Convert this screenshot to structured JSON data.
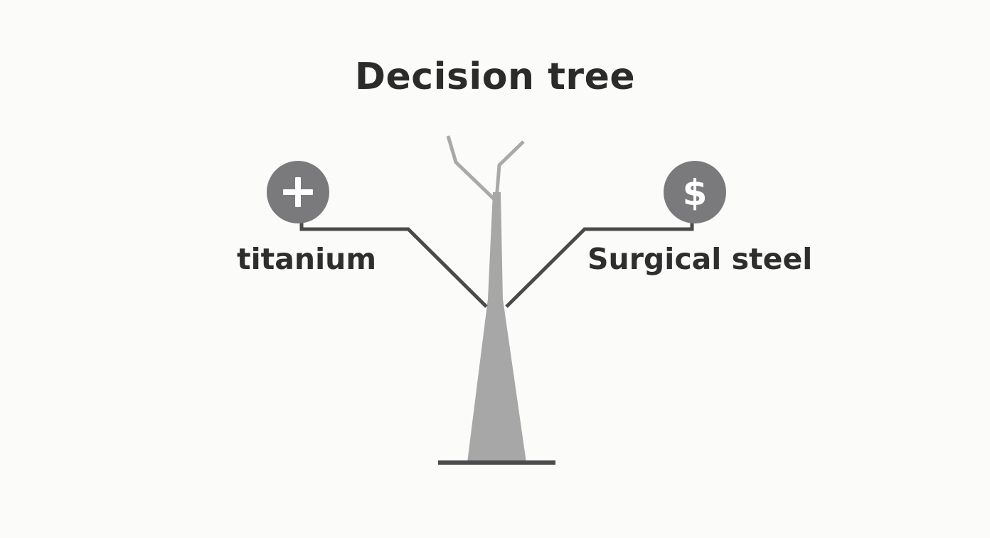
{
  "title": "Decision tree",
  "branches": [
    {
      "label": "titanium",
      "icon": "plus-icon",
      "icon_glyph": "+"
    },
    {
      "label": "Surgical steel",
      "icon": "dollar-icon",
      "icon_glyph": "$"
    }
  ],
  "colors": {
    "background": "#fbfbf9",
    "text": "#2e2e2e",
    "trunk": "#a7a7a8",
    "branch_line": "#4a4a4c",
    "icon_fill": "#7a7a7c",
    "icon_glyph": "#ffffff"
  }
}
